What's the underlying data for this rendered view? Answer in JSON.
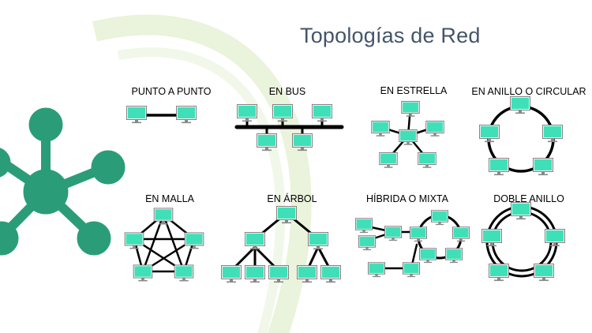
{
  "slide": {
    "title": "Topologías de Red",
    "accent_color": "#2a9d78",
    "arc_color": "#cfe3b0"
  },
  "topologies": [
    {
      "id": "punto-a-punto",
      "label": "PUNTO A PUNTO"
    },
    {
      "id": "bus",
      "label": "EN BUS"
    },
    {
      "id": "estrella",
      "label": "EN ESTRELLA"
    },
    {
      "id": "anillo",
      "label": "EN ANILLO O CIRCULAR"
    },
    {
      "id": "malla",
      "label": "EN MALLA"
    },
    {
      "id": "arbol",
      "label": "EN ÁRBOL"
    },
    {
      "id": "hibrida",
      "label": "HÍBRIDA O MIXTA"
    },
    {
      "id": "doble-anillo",
      "label": "DOBLE ANILLO"
    }
  ],
  "icons": {
    "computer": "computer-icon",
    "hub_graphic": "network-hub-icon"
  },
  "colors": {
    "screen_fill": "#3fe0b8",
    "screen_border": "#666666",
    "link": "#000000"
  }
}
